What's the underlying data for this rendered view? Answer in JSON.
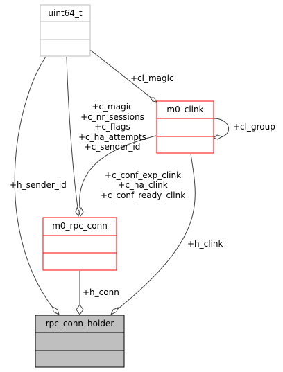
{
  "colors": {
    "edge": "#404040",
    "undocumented_border": "#bfbfbf",
    "documented_border": "#ff0000",
    "focus_fill": "#bfbfbf",
    "focus_border": "#000000"
  },
  "nodes": {
    "uint64_t": {
      "title": "uint64_t"
    },
    "m0_clink": {
      "title": "m0_clink"
    },
    "m0_rpc_conn": {
      "title": "m0_rpc_conn"
    },
    "rpc_conn_holder": {
      "title": "rpc_conn_holder"
    }
  },
  "edges": {
    "cl_magic": "+cl_magic",
    "cl_group": "+cl_group",
    "uint_to_rpc_conn": [
      "+c_magic",
      "+c_nr_sessions",
      "+c_flags",
      "+c_ha_attempts",
      "+c_sender_id"
    ],
    "clink_to_rpc_conn": [
      "+c_conf_exp_clink",
      "+c_ha_clink",
      "+c_conf_ready_clink"
    ],
    "h_sender_id": "+h_sender_id",
    "h_clink": "+h_clink",
    "h_conn": "+h_conn"
  }
}
